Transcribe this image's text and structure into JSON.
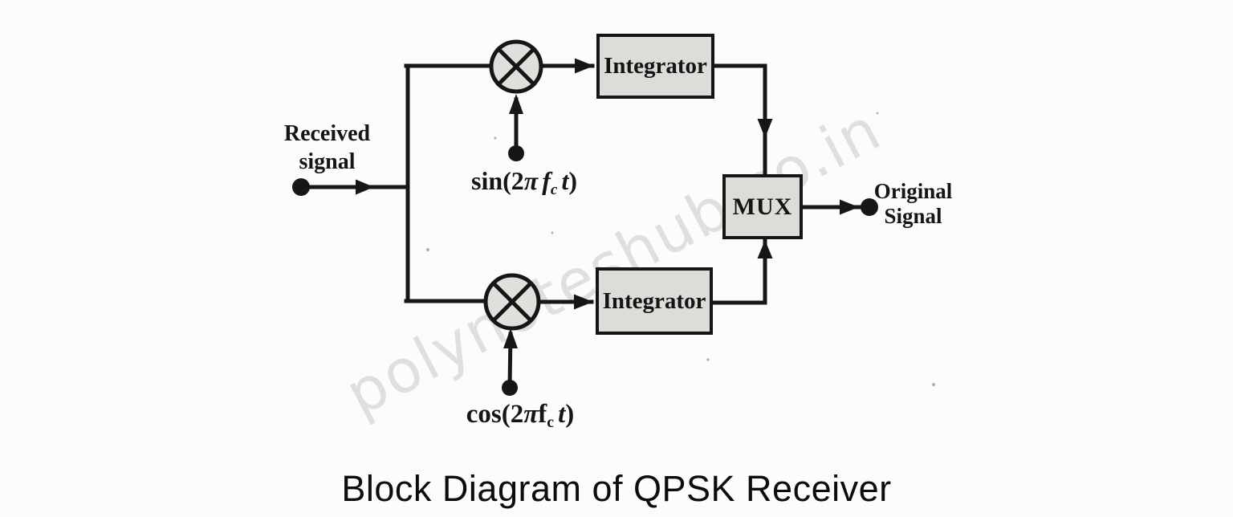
{
  "caption": "Block Diagram of QPSK Receiver",
  "watermark": "polynoteshub.co.in",
  "diagram": {
    "type": "block-diagram",
    "subject": "QPSK Receiver",
    "input": {
      "label_line1": "Received",
      "label_line2": "signal"
    },
    "output": {
      "label_line1": "Original",
      "label_line2": "Signal"
    },
    "blocks": {
      "integrator_top": "Integrator",
      "integrator_bottom": "Integrator",
      "mux": "MUX"
    },
    "carrier_top": {
      "fn": "sin",
      "open": "(",
      "num": "2",
      "pi": "π",
      "f": "f",
      "sub": "c",
      "t": "t",
      "close": ")"
    },
    "carrier_bottom": {
      "fn": "cos",
      "open": "(",
      "num": "2",
      "pi": "π",
      "f": "f",
      "sub": "c",
      "t": "t",
      "close": ")"
    },
    "colors": {
      "line": "#161616",
      "block_fill": "#dcdcd9",
      "watermark": "#d8d8d7",
      "background": "#fcfcfb"
    }
  }
}
